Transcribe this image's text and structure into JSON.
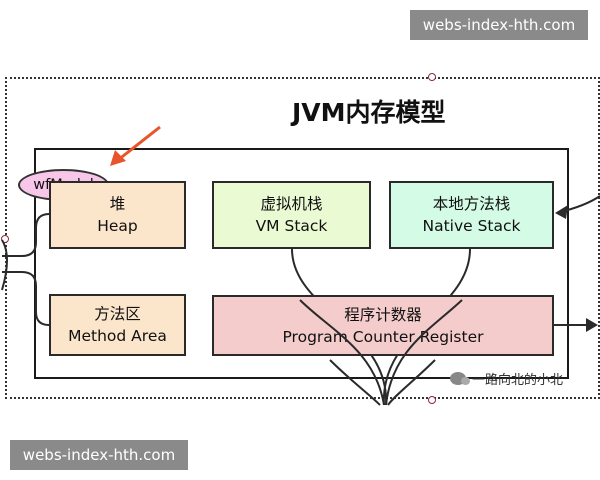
{
  "diagram": {
    "title": "JVM内存模型",
    "tag": "wfModel",
    "blocks": {
      "heap": {
        "cn": "堆",
        "en": "Heap"
      },
      "method_area": {
        "cn": "方法区",
        "en": "Method Area"
      },
      "vm_stack": {
        "cn": "虚拟机栈",
        "en": "VM Stack"
      },
      "native_stack": {
        "cn": "本地方法栈",
        "en": "Native Stack"
      },
      "pc_register": {
        "cn": "程序计数器",
        "en": "Program Counter Register"
      }
    }
  },
  "watermarks": {
    "top": "webs-index-hth.com",
    "bottom": "webs-index-hth.com",
    "credit": "一路向北的小北"
  },
  "colors": {
    "heap_fill": "#fbe5cb",
    "vm_stack_fill": "#eafbd3",
    "native_stack_fill": "#d3fbe5",
    "pc_fill": "#f5cccc",
    "tag_fill": "#f7c6e8",
    "arrow": "#e8552b"
  }
}
